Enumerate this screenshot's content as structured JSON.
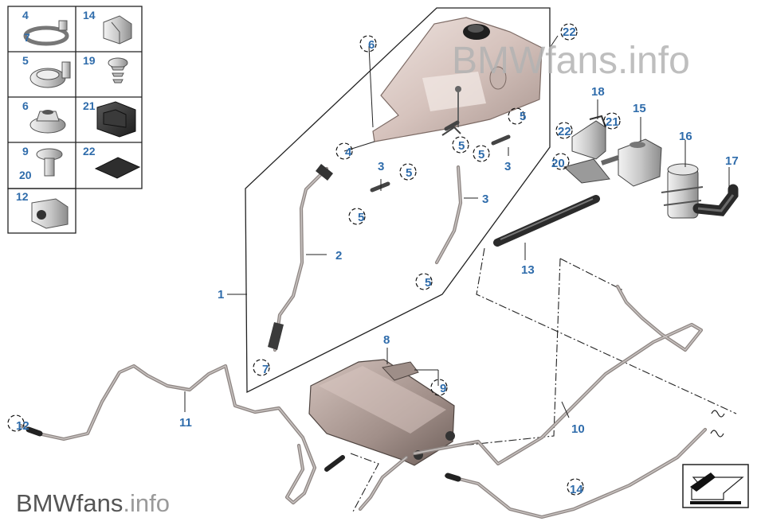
{
  "watermark_top": {
    "brand": "BMWfans",
    "suffix": ".info"
  },
  "watermark_bottom": {
    "brand": "BMWfans",
    "suffix": ".info"
  },
  "inset_labels": {
    "r1a": "4",
    "r1a2": "7",
    "r1b": "14",
    "r2a": "5",
    "r2b": "19",
    "r3a": "6",
    "r3b": "21",
    "r4a": "9",
    "r4a2": "20",
    "r4b": "22",
    "r5a": "12"
  },
  "callouts": {
    "c1": "1",
    "c2": "2",
    "c3a": "3",
    "c3b": "3",
    "c3c": "3",
    "c4": "4",
    "c5a": "5",
    "c5b": "5",
    "c5c": "5",
    "c5d": "5",
    "c5e": "5",
    "c5f": "5",
    "c6": "6",
    "c7": "7",
    "c8": "8",
    "c9": "9",
    "c10": "10",
    "c11": "11",
    "c12": "12",
    "c13": "13",
    "c14": "14",
    "c15": "15",
    "c16": "16",
    "c17": "17",
    "c18": "18",
    "c20": "20",
    "c21": "21",
    "c22a": "22",
    "c22b": "22"
  },
  "colors": {
    "callout": "#2f6cab",
    "tank_body": "#d9c8c3",
    "pipe": "#8f8784",
    "watermark": "#b3b3b3"
  }
}
